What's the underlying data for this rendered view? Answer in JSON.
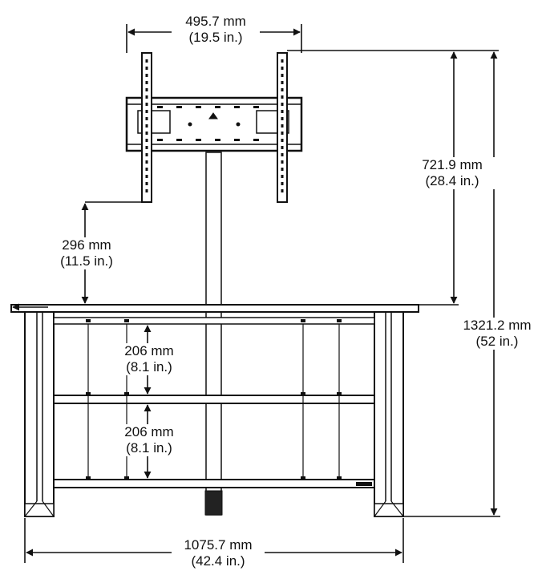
{
  "dimensions": {
    "bracket_width": {
      "metric": "495.7 mm",
      "imperial": "(19.5 in.)"
    },
    "mount_height": {
      "metric": "721.9 mm",
      "imperial": "(28.4 in.)"
    },
    "bracket_clearance": {
      "metric": "296 mm",
      "imperial": "(11.5 in.)"
    },
    "total_height": {
      "metric": "1321.2 mm",
      "imperial": "(52 in.)"
    },
    "upper_shelf_gap": {
      "metric": "206 mm",
      "imperial": "(8.1 in.)"
    },
    "lower_shelf_gap": {
      "metric": "206 mm",
      "imperial": "(8.1 in.)"
    },
    "base_width": {
      "metric": "1075.7 mm",
      "imperial": "(42.4 in.)"
    }
  },
  "colors": {
    "line": "#111111",
    "background": "#ffffff",
    "part_fill": "#ffffff"
  }
}
